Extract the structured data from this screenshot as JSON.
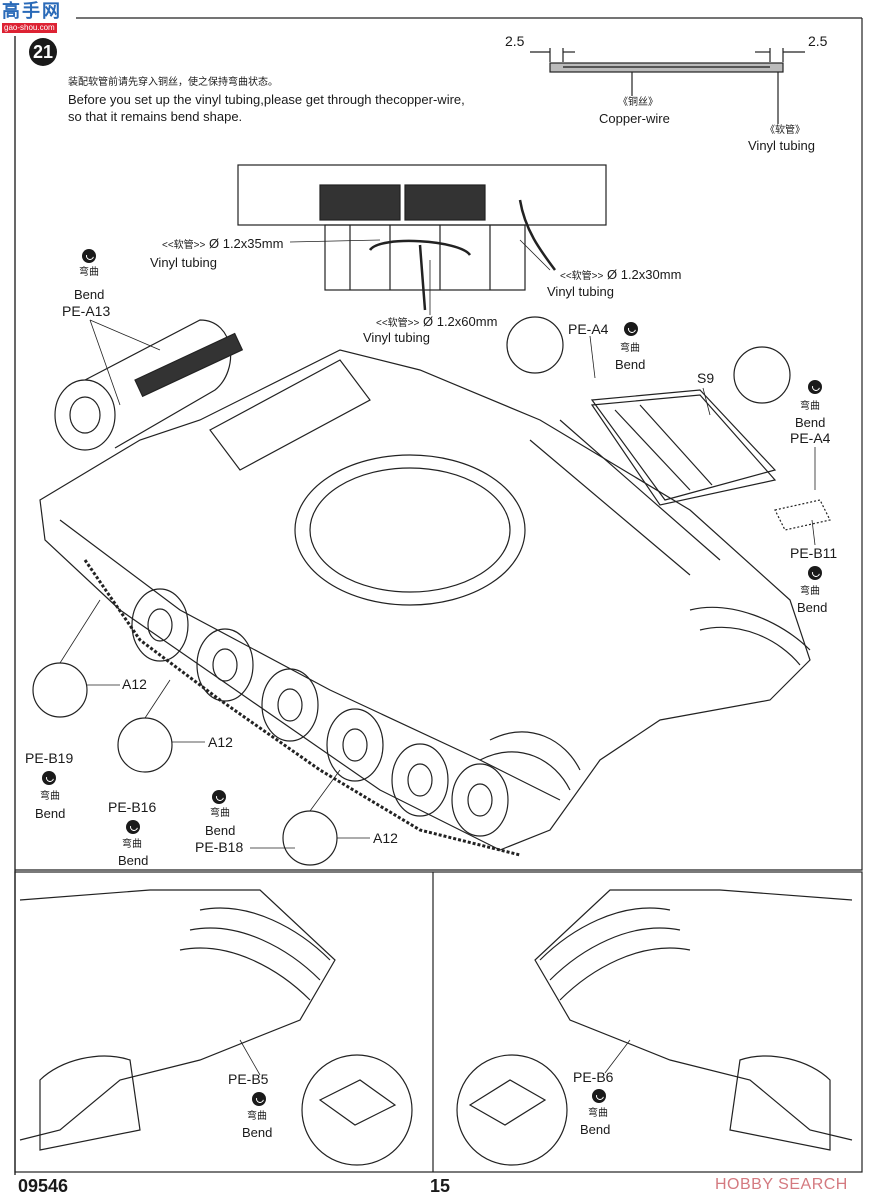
{
  "watermark": {
    "logo_text": "高手网",
    "logo_url_text": "gao-shou.com"
  },
  "step": {
    "number": "21"
  },
  "instructions": {
    "zh": "装配软管前请先穿入铜丝，使之保持弯曲状态。",
    "en_line1": "Before you set up the vinyl tubing,please get through thecopper-wire,",
    "en_line2": "so that it remains bend shape."
  },
  "copper_diagram": {
    "dim_left": "2.5",
    "dim_right": "2.5",
    "copper_zh": "《铜丝》",
    "copper_en": "Copper-wire",
    "tubing_zh": "《软管》",
    "tubing_en": "Vinyl tubing"
  },
  "tubing_callouts": [
    {
      "zh": "<<软管>>",
      "size": "Ø 1.2x35mm",
      "en": "Vinyl tubing"
    },
    {
      "zh": "<<软管>>",
      "size": "Ø 1.2x30mm",
      "en": "Vinyl tubing"
    },
    {
      "zh": "<<软管>>",
      "size": "Ø 1.2x60mm",
      "en": "Vinyl tubing"
    }
  ],
  "bend": {
    "zh": "弯曲",
    "en": "Bend"
  },
  "parts": {
    "pe_a13": "PE-A13",
    "pe_a4_top": "PE-A4",
    "s9": "S9",
    "pe_a4_right": "PE-A4",
    "pe_b11": "PE-B11",
    "a12_1": "A12",
    "a12_2": "A12",
    "a12_3": "A12",
    "pe_b19": "PE-B19",
    "pe_b16": "PE-B16",
    "pe_b18": "PE-B18",
    "pe_b5": "PE-B5",
    "pe_b6": "PE-B6"
  },
  "footer": {
    "kit_number": "09546",
    "page_number": "15",
    "source_mark": "HOBBY SEARCH"
  }
}
